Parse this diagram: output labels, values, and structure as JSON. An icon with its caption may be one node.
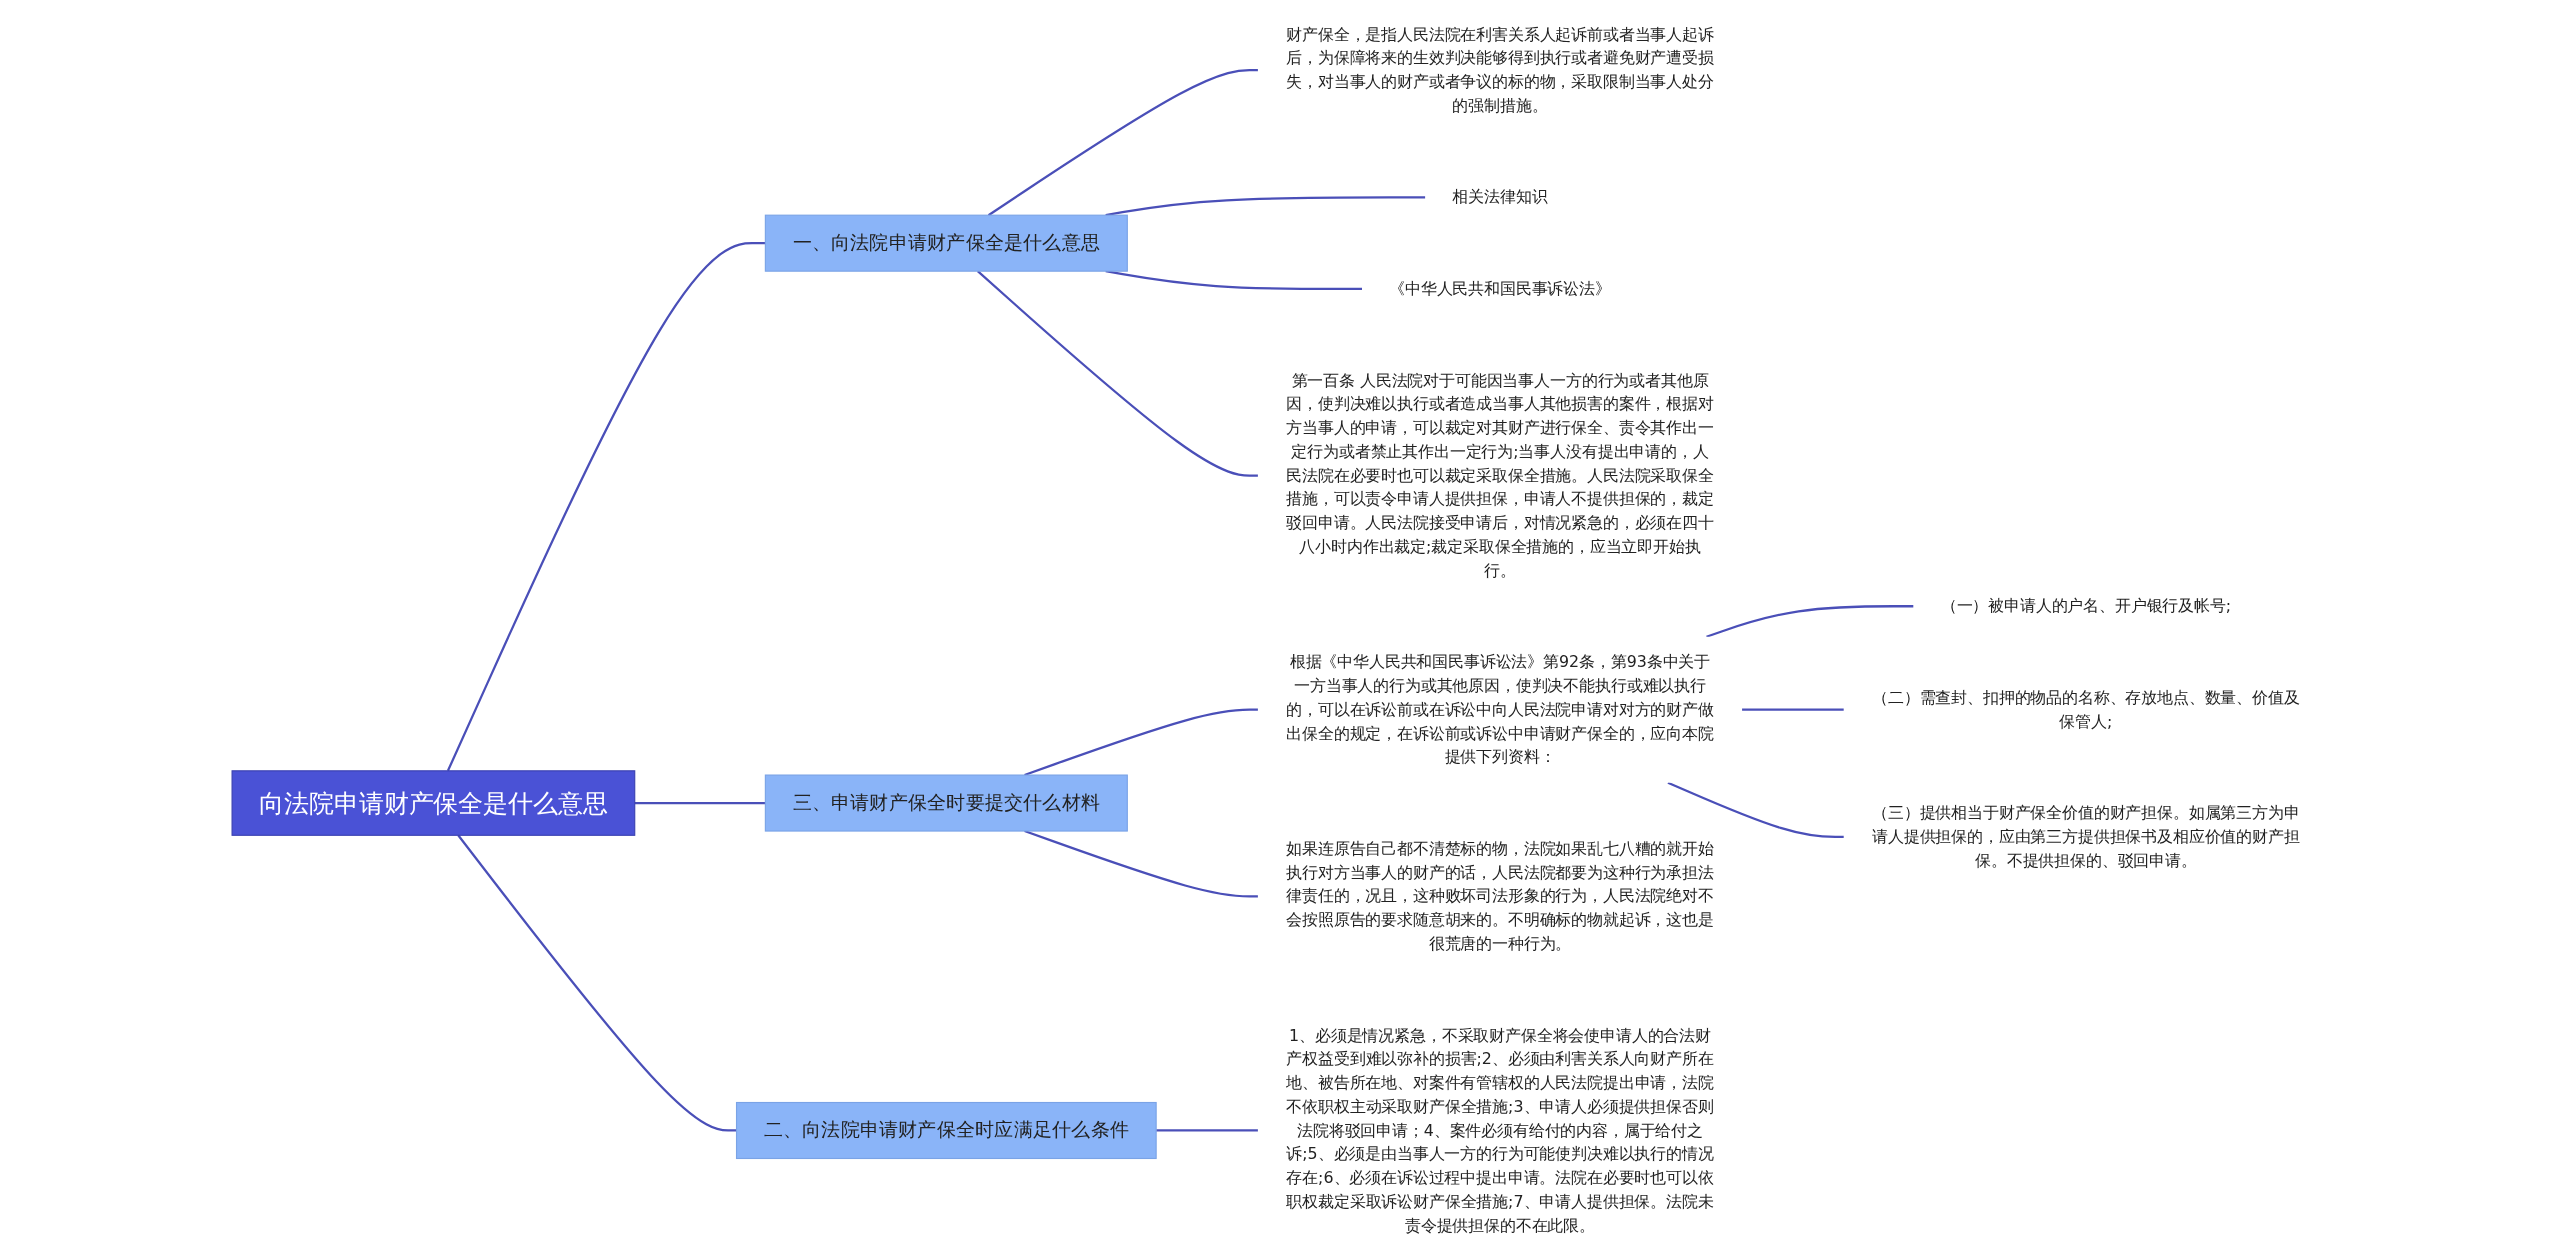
{
  "diagram": {
    "nodes": [
      {
        "text": [
          "向法院申请财产保全是什么意思"
        ]
      },
      {
        "text": [
          "一、向法院申请财产保全是什么意思"
        ]
      },
      {
        "text": [
          "财产保全，是指人民法院在利害关系人起诉前或者当事人起诉后，为保障将来的生效判决能够得到执行或者避免财产遭受损失，对当事人的财产或者争议的标的物，采取限制当事人处分的强制措施。"
        ]
      },
      {
        "text": [
          "相关法律知识"
        ]
      },
      {
        "text": [
          "《中华人民共和国民事诉讼法》"
        ]
      },
      {
        "text": [
          "第一百条 人民法院对于可能因当事人一方的行为或者其他原因，使判决难以执行或者造成当事人其他损害的案件，根据对方当事人的申请，可以裁定对其财产进行保全、责令其作出一定行为或者禁止其作出一定行为;当事人没有提出申请的，人民法院在必要时也可以裁定采取保全措施。人民法院采取保全措施，可以责令申请人提供担保，申请人不提供担保的，裁定驳回申请。人民法院接受申请后，对情况紧急的，必须在四十八小时内作出裁定;裁定采取保全措施的，应当立即开始执行。"
        ]
      },
      {
        "text": [
          "三、申请财产保全时要提交什么材料"
        ]
      },
      {
        "text": [
          "根据《中华人民共和国民事诉讼法》第92条，第93条中关于一方当事人的行为或其他原因，使判决不能执行或难以执行的，可以在诉讼前或在诉讼中向人民法院申请对对方的财产做出保全的规定，在诉讼前或诉讼中申请财产保全的，应向本院提供下列资料："
        ]
      },
      {
        "text": [
          "（一）被申请人的户名、开户银行及帐号;"
        ]
      },
      {
        "text": [
          "（二）需查封、扣押的物品的名称、存放地点、数量、价值及保管人;"
        ]
      },
      {
        "text": [
          "（三）提供相当于财产保全价值的财产担保。如属第三方为申请人提供担保的，应由第三方提供担保书及相应价值的财产担保。不提供担保的、驳回申请。"
        ]
      },
      {
        "text": [
          "如果连原告自己都不清楚标的物，法院如果乱七八糟的就开始执行对方当事人的财产的话，人民法院都要为这种行为承担法律责任的，况且，这种败坏司法形象的行为，人民法院绝对不会按照原告的要求随意胡来的。不明确标的物就起诉，这也是很荒唐的一种行为。"
        ]
      },
      {
        "text": [
          "二、向法院申请财产保全时应满足什么条件"
        ]
      },
      {
        "text": [
          "1、必须是情况紧急，不采取财产保全将会使申请人的合法财产权益受到难以弥补的损害;2、必须由利害关系人向财产所在地、被告所在地、对案件有管辖权的人民法院提出申请，法院不依职权主动采取财产保全措施;3、申请人必须提供担保否则法院将驳回申请；4、案件必须有给付的内容，属于给付之诉;5、必须是由当事人一方的行为可能使判决难以执行的情况存在;6、必须在诉讼过程中提出申请。法院在必要时也可以依职权裁定采取诉讼财产保全措施;7、申请人提供担保。法院未责令提供担保的不在此限。"
        ]
      }
    ],
    "edges": [
      {
        "from": 0,
        "to": 1,
        "arrow": "none"
      },
      {
        "from": 1,
        "to": 2,
        "arrow": "none"
      },
      {
        "from": 1,
        "to": 3,
        "arrow": "none"
      },
      {
        "from": 1,
        "to": 4,
        "arrow": "none"
      },
      {
        "from": 1,
        "to": 5,
        "arrow": "none"
      },
      {
        "from": 0,
        "to": 6,
        "arrow": "none"
      },
      {
        "from": 6,
        "to": 7,
        "arrow": "none"
      },
      {
        "from": 7,
        "to": 8,
        "arrow": "none"
      },
      {
        "from": 7,
        "to": 9,
        "arrow": "none"
      },
      {
        "from": 7,
        "to": 10,
        "arrow": "none"
      },
      {
        "from": 6,
        "to": 11,
        "arrow": "none"
      },
      {
        "from": 0,
        "to": 12,
        "arrow": "none"
      },
      {
        "from": 12,
        "to": 13,
        "arrow": "none"
      }
    ]
  }
}
